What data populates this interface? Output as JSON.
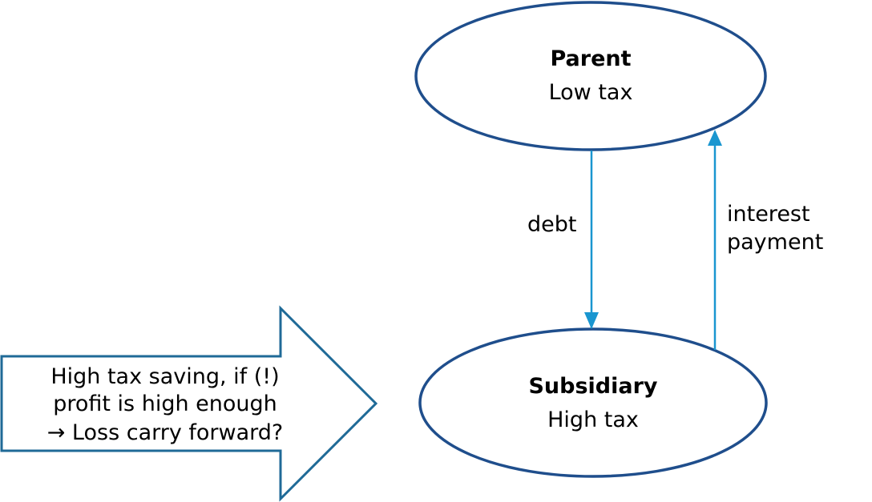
{
  "parent": {
    "name": "Parent",
    "tax": "Low tax"
  },
  "subsidiary": {
    "name": "Subsidiary",
    "tax": "High tax"
  },
  "flows": {
    "debt": "debt",
    "interest_line1": "interest",
    "interest_line2": "payment"
  },
  "callout": {
    "line1": "High tax saving, if (!)",
    "line2": "profit is high enough",
    "line3": "→ Loss carry forward?"
  },
  "colors": {
    "ellipse_stroke": "#1F4E8C",
    "arrow_line": "#1A96D0",
    "callout_stroke": "#1F6A97"
  }
}
